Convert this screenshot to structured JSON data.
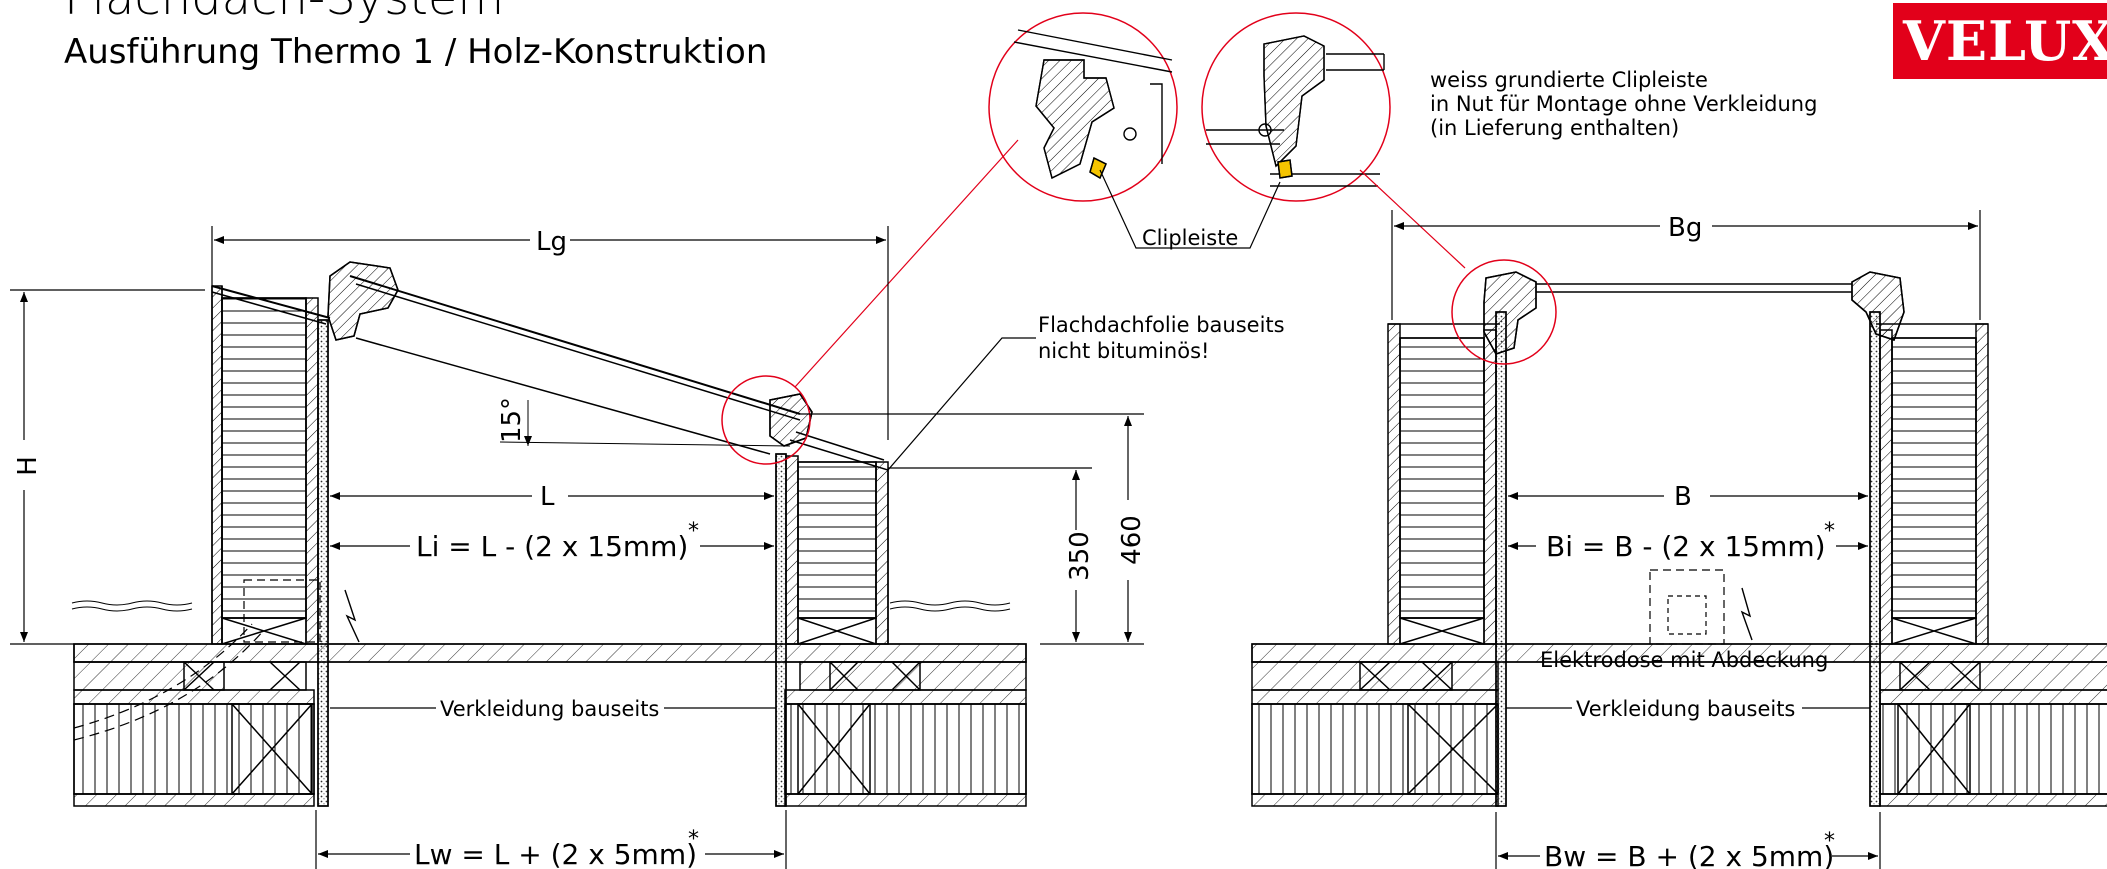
{
  "header": {
    "title": "Flachdach-System",
    "subtitle": "Ausführung Thermo 1 / Holz-Konstruktion"
  },
  "logo": {
    "text": "VELUX",
    "mark": "®",
    "color": "#e2001a"
  },
  "note": {
    "line1": "weiss grundierte Clipleiste",
    "line2": "in Nut für Montage ohne Verkleidung",
    "line3": "(in Lieferung enthalten)"
  },
  "labels": {
    "clipleiste": "Clipleiste",
    "folie1": "Flachdachfolie bauseits",
    "folie2": "nicht bituminös!",
    "lg": "Lg",
    "h": "H",
    "l": "L",
    "li": "Li = L - (2 x 15mm)",
    "angle": "15°",
    "d350": "350",
    "d460": "460",
    "verkleidung_left": "Verkleidung bauseits",
    "lw": "Lw = L + (2 x 5mm)",
    "bg": "Bg",
    "b": "B",
    "bi": "Bi = B - (2 x 15mm)",
    "elektrodose": "Elektrodose mit Abdeckung",
    "verkleidung_right": "Verkleidung bauseits",
    "bw": "Bw = B + (2 x 5mm)",
    "asterisk": "*"
  },
  "colors": {
    "callout_red": "#e2001a",
    "clip_yellow": "#f5c400"
  }
}
